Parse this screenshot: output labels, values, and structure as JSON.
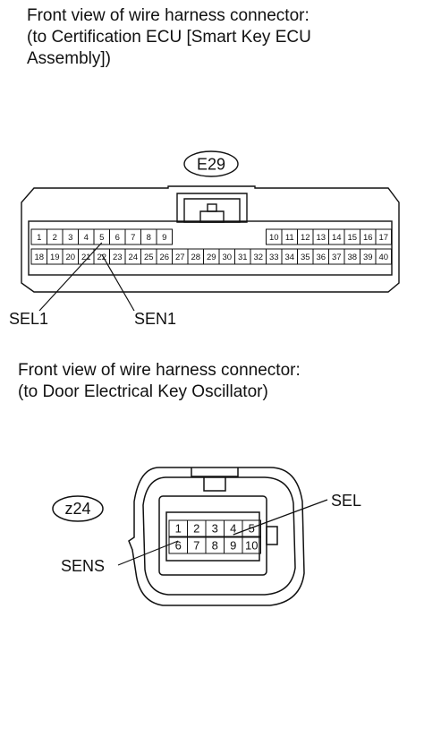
{
  "connector_e29": {
    "caption_lines": [
      "Front view of wire harness connector:",
      "(to Certification ECU [Smart Key ECU",
      "Assembly])"
    ],
    "code": "E29",
    "row1_left": [
      "1",
      "2",
      "3",
      "4",
      "5",
      "6",
      "7",
      "8",
      "9"
    ],
    "row1_right": [
      "10",
      "11",
      "12",
      "13",
      "14",
      "15",
      "16",
      "17"
    ],
    "row2": [
      "18",
      "19",
      "20",
      "21",
      "22",
      "23",
      "24",
      "25",
      "26",
      "27",
      "28",
      "29",
      "30",
      "31",
      "32",
      "33",
      "34",
      "35",
      "36",
      "37",
      "38",
      "39",
      "40"
    ],
    "callouts": [
      {
        "label": "SEL1",
        "pin": "5"
      },
      {
        "label": "SEN1",
        "pin": "22"
      }
    ]
  },
  "connector_z24": {
    "caption_lines": [
      "Front view of wire harness connector:",
      "(to Door Electrical Key Oscillator)"
    ],
    "code": "z24",
    "row1": [
      "1",
      "2",
      "3",
      "4",
      "5"
    ],
    "row2": [
      "6",
      "7",
      "8",
      "9",
      "10"
    ],
    "callouts": [
      {
        "label": "SEL",
        "pin": "4"
      },
      {
        "label": "SENS",
        "pin": "6"
      }
    ]
  }
}
